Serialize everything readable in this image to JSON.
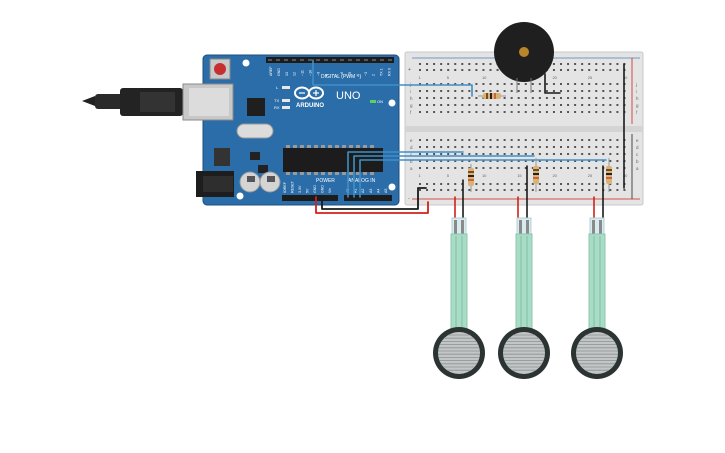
{
  "arduino": {
    "logo_text": "ARDUINO",
    "model": "UNO",
    "digital_label": "DIGITAL (PWM ~)",
    "power_label": "POWER",
    "analog_label": "ANALOG IN",
    "on_label": "ON",
    "led_labels": [
      "L",
      "TX",
      "RX"
    ],
    "digital_pins": [
      "AREF",
      "GND",
      "13",
      "12",
      "~11",
      "~10",
      "~9",
      "8",
      "7",
      "~6",
      "~5",
      "4",
      "~3",
      "2",
      "TX 1",
      "RX 0"
    ],
    "power_pins": [
      "IOREF",
      "RESET",
      "3.3V",
      "5V",
      "GND",
      "GND",
      "Vin"
    ],
    "analog_pins": [
      "A0",
      "A1",
      "A2",
      "A3",
      "A4",
      "A5"
    ]
  },
  "breadboard": {
    "top_row_letters": [
      "j",
      "i",
      "h",
      "g",
      "f"
    ],
    "bottom_row_letters": [
      "e",
      "d",
      "c",
      "b",
      "a"
    ],
    "top_numbers": [
      "1",
      "5",
      "10",
      "15",
      "20",
      "25",
      "30"
    ],
    "power_signs": [
      "+",
      "-"
    ]
  },
  "colors": {
    "board_blue": "#2b6da8",
    "wire_black": "#1a1a1a",
    "wire_red": "#d0221b",
    "wire_blue": "#3f8fc7",
    "sensor_green": "#a9dcc6"
  }
}
